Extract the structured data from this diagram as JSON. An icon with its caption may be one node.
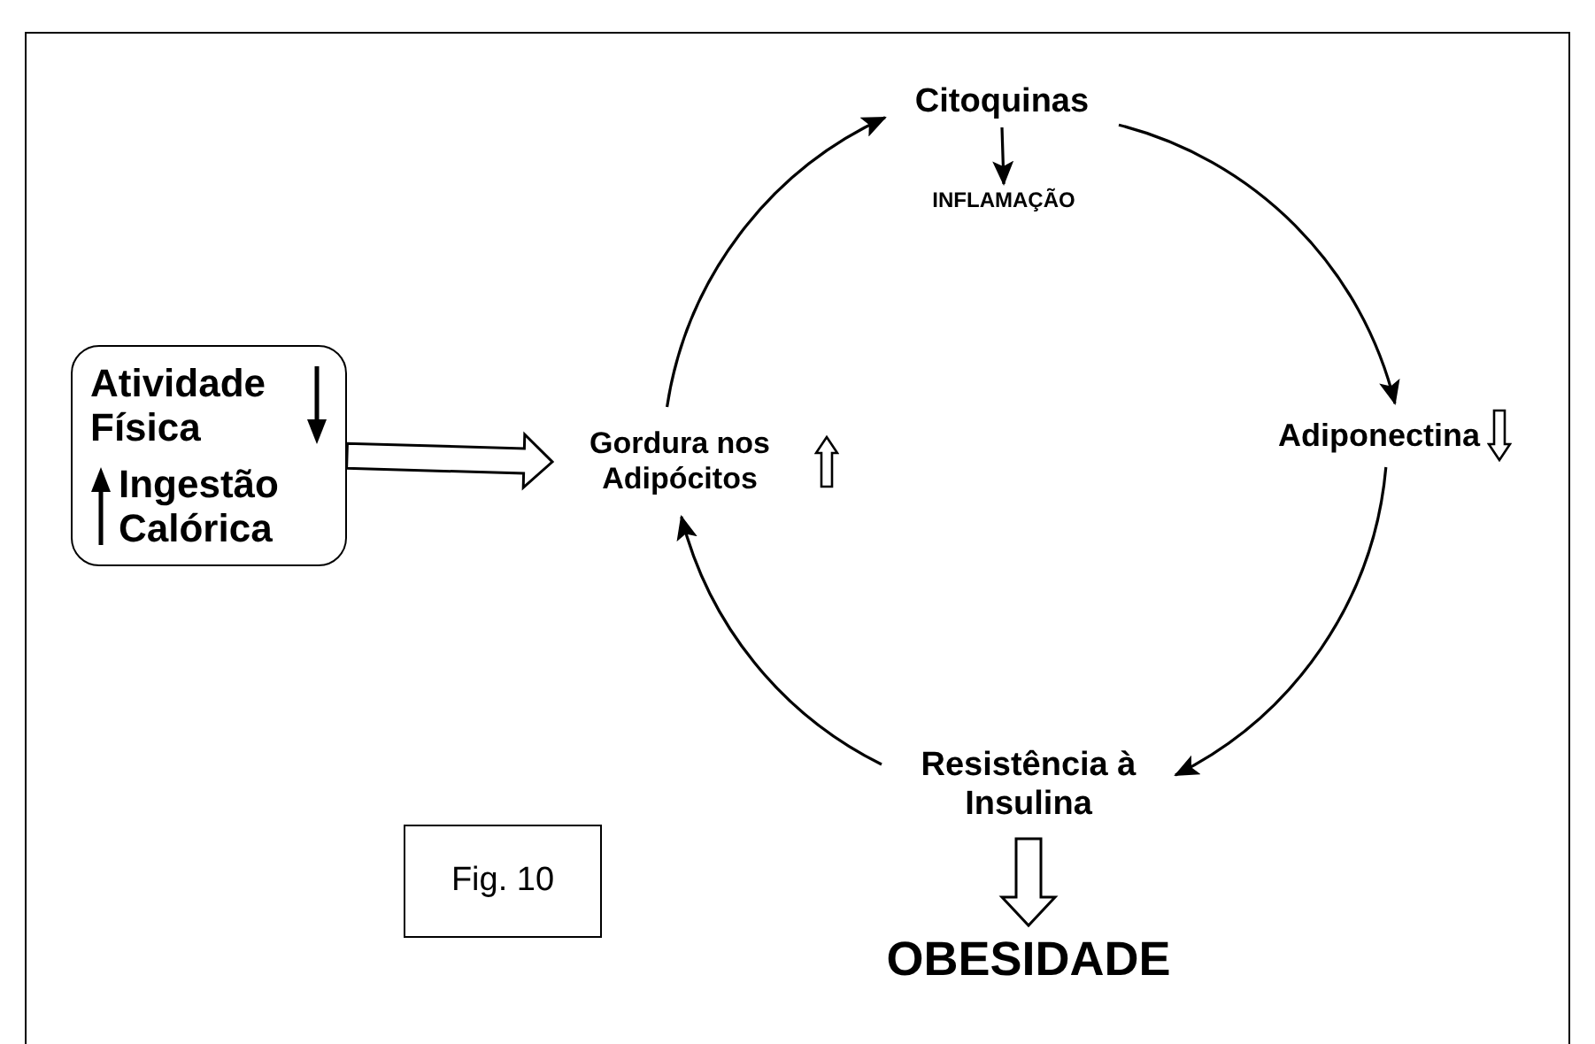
{
  "diagram": {
    "nodes": [
      {
        "text": [
          "Atividade Física",
          "Ingestão Calórica"
        ]
      },
      {
        "text": [
          "Gordura nos Adipócitos"
        ]
      },
      {
        "text": [
          "Citoquinas"
        ]
      },
      {
        "text": [
          "INFLAMAÇÃO"
        ]
      },
      {
        "text": [
          "Adiponectina"
        ]
      },
      {
        "text": [
          "Resistência à Insulina"
        ]
      },
      {
        "text": [
          "OBESIDADE"
        ]
      },
      {
        "text": [
          "Fig. 10"
        ]
      }
    ],
    "edges": [
      {
        "from": 0,
        "to": 1,
        "arrow": "to",
        "style": "thick"
      },
      {
        "from": 1,
        "to": 2,
        "arrow": "to"
      },
      {
        "from": 2,
        "to": 3,
        "arrow": "to"
      },
      {
        "from": 2,
        "to": 4,
        "arrow": "to"
      },
      {
        "from": 4,
        "to": 5,
        "arrow": "to"
      },
      {
        "from": 5,
        "to": 1,
        "arrow": "to"
      },
      {
        "from": 5,
        "to": 6,
        "arrow": "to",
        "style": "thick"
      }
    ]
  }
}
